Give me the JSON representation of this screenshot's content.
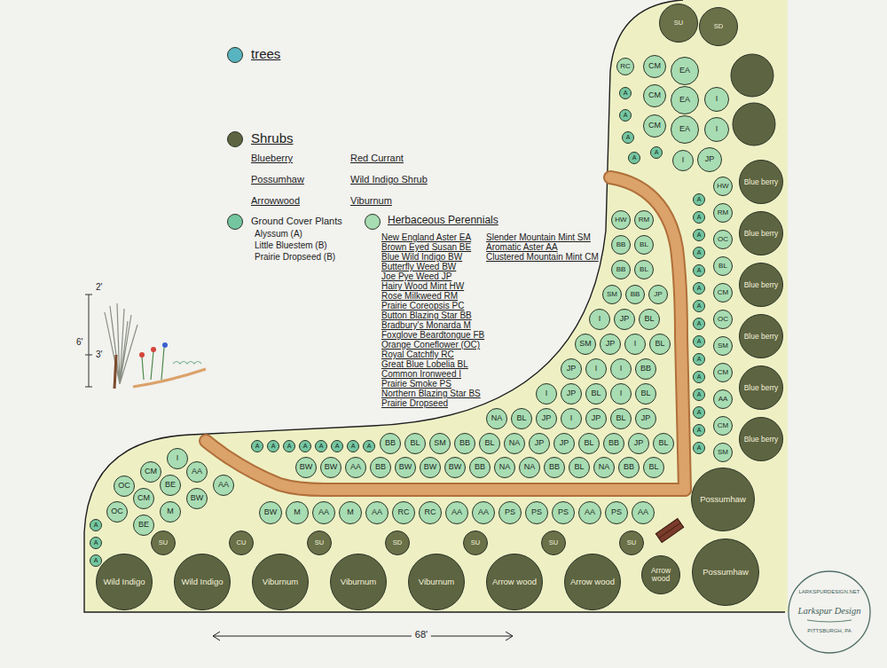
{
  "diagram": {
    "nodes": [
      {
        "text": [
          "SU"
        ]
      },
      {
        "text": [
          "SD"
        ]
      },
      {
        "text": [
          "RC"
        ]
      },
      {
        "text": [
          "CM"
        ]
      },
      {
        "text": [
          "EA"
        ]
      },
      {
        "text": [
          "A"
        ]
      },
      {
        "text": [
          "CM"
        ]
      },
      {
        "text": [
          "EA"
        ]
      },
      {
        "text": [
          "I"
        ]
      },
      {
        "text": [
          "A"
        ]
      },
      {
        "text": [
          "CM"
        ]
      },
      {
        "text": [
          "EA"
        ]
      },
      {
        "text": [
          "I"
        ]
      },
      {
        "text": [
          "A"
        ]
      },
      {
        "text": [
          "A"
        ]
      },
      {
        "text": [
          "A"
        ]
      },
      {
        "text": [
          "I"
        ]
      },
      {
        "text": [
          "JP"
        ]
      },
      {
        "text": [
          "HW"
        ]
      },
      {
        "text": [
          "RM"
        ]
      },
      {
        "text": [
          "BB"
        ]
      },
      {
        "text": [
          "BL"
        ]
      },
      {
        "text": [
          "BB"
        ]
      },
      {
        "text": [
          "BL"
        ]
      },
      {
        "text": [
          "SM"
        ]
      },
      {
        "text": [
          "BB"
        ]
      },
      {
        "text": [
          "JP"
        ]
      },
      {
        "text": [
          "I"
        ]
      },
      {
        "text": [
          "JP"
        ]
      },
      {
        "text": [
          "BL"
        ]
      },
      {
        "text": [
          "SM"
        ]
      },
      {
        "text": [
          "JP"
        ]
      },
      {
        "text": [
          "I"
        ]
      },
      {
        "text": [
          "BL"
        ]
      },
      {
        "text": [
          "JP"
        ]
      },
      {
        "text": [
          "I"
        ]
      },
      {
        "text": [
          "I"
        ]
      },
      {
        "text": [
          "BB"
        ]
      },
      {
        "text": [
          "I"
        ]
      },
      {
        "text": [
          "JP"
        ]
      },
      {
        "text": [
          "BL"
        ]
      },
      {
        "text": [
          "I"
        ]
      },
      {
        "text": [
          "BL"
        ]
      },
      {
        "text": [
          "NA"
        ]
      },
      {
        "text": [
          "BL"
        ]
      },
      {
        "text": [
          "JP"
        ]
      },
      {
        "text": [
          "I"
        ]
      },
      {
        "text": [
          "JP"
        ]
      },
      {
        "text": [
          "BL"
        ]
      },
      {
        "text": [
          "JP"
        ]
      },
      {
        "text": [
          "BB"
        ]
      },
      {
        "text": [
          "BL"
        ]
      },
      {
        "text": [
          "SM"
        ]
      },
      {
        "text": [
          "BB"
        ]
      },
      {
        "text": [
          "BL"
        ]
      },
      {
        "text": [
          "NA"
        ]
      },
      {
        "text": [
          "JP"
        ]
      },
      {
        "text": [
          "JP"
        ]
      },
      {
        "text": [
          "BL"
        ]
      },
      {
        "text": [
          "BB"
        ]
      },
      {
        "text": [
          "JP"
        ]
      },
      {
        "text": [
          "BL"
        ]
      },
      {
        "text": [
          "BW"
        ]
      },
      {
        "text": [
          "BW"
        ]
      },
      {
        "text": [
          "AA"
        ]
      },
      {
        "text": [
          "BB"
        ]
      },
      {
        "text": [
          "BW"
        ]
      },
      {
        "text": [
          "BW"
        ]
      },
      {
        "text": [
          "BW"
        ]
      },
      {
        "text": [
          "BB"
        ]
      },
      {
        "text": [
          "NA"
        ]
      },
      {
        "text": [
          "NA"
        ]
      },
      {
        "text": [
          "BB"
        ]
      },
      {
        "text": [
          "BL"
        ]
      },
      {
        "text": [
          "NA"
        ]
      },
      {
        "text": [
          "BB"
        ]
      },
      {
        "text": [
          "BL"
        ]
      },
      {
        "text": [
          "A"
        ]
      },
      {
        "text": [
          "A"
        ]
      },
      {
        "text": [
          "A"
        ]
      },
      {
        "text": [
          "A"
        ]
      },
      {
        "text": [
          "A"
        ]
      },
      {
        "text": [
          "A"
        ]
      },
      {
        "text": [
          "A"
        ]
      },
      {
        "text": [
          "A"
        ]
      },
      {
        "text": [
          "OC"
        ]
      },
      {
        "text": [
          "CM"
        ]
      },
      {
        "text": [
          "I"
        ]
      },
      {
        "text": [
          "OC"
        ]
      },
      {
        "text": [
          "CM"
        ]
      },
      {
        "text": [
          "BE"
        ]
      },
      {
        "text": [
          "AA"
        ]
      },
      {
        "text": [
          "BE"
        ]
      },
      {
        "text": [
          "M"
        ]
      },
      {
        "text": [
          "BW"
        ]
      },
      {
        "text": [
          "AA"
        ]
      },
      {
        "text": [
          "A"
        ]
      },
      {
        "text": [
          "A"
        ]
      },
      {
        "text": [
          "A"
        ]
      },
      {
        "text": [
          "A"
        ]
      },
      {
        "text": [
          "A"
        ]
      },
      {
        "text": [
          "A"
        ]
      },
      {
        "text": [
          "A"
        ]
      },
      {
        "text": [
          "A"
        ]
      },
      {
        "text": [
          "A"
        ]
      },
      {
        "text": [
          "A"
        ]
      },
      {
        "text": [
          "A"
        ]
      },
      {
        "text": [
          "A"
        ]
      },
      {
        "text": [
          "A"
        ]
      },
      {
        "text": [
          "A"
        ]
      },
      {
        "text": [
          "A"
        ]
      },
      {
        "text": [
          "A"
        ]
      },
      {
        "text": [
          "A"
        ]
      },
      {
        "text": [
          "A"
        ]
      },
      {
        "text": [
          "HW"
        ]
      },
      {
        "text": [
          "RM"
        ]
      },
      {
        "text": [
          "OC"
        ]
      },
      {
        "text": [
          "BL"
        ]
      },
      {
        "text": [
          "CM"
        ]
      },
      {
        "text": [
          "OC"
        ]
      },
      {
        "text": [
          "SM"
        ]
      },
      {
        "text": [
          "CM"
        ]
      },
      {
        "text": [
          "AA"
        ]
      },
      {
        "text": [
          "CM"
        ]
      },
      {
        "text": [
          "SM"
        ]
      },
      {
        "text": [
          "Blue berry"
        ]
      },
      {
        "text": [
          "Blue berry"
        ]
      },
      {
        "text": [
          "Blue berry"
        ]
      },
      {
        "text": [
          "Blue berry"
        ]
      },
      {
        "text": [
          "Blue berry"
        ]
      },
      {
        "text": [
          "Blue berry"
        ]
      },
      {
        "text": [
          "BW"
        ]
      },
      {
        "text": [
          "M"
        ]
      },
      {
        "text": [
          "AA"
        ]
      },
      {
        "text": [
          "M"
        ]
      },
      {
        "text": [
          "AA"
        ]
      },
      {
        "text": [
          "RC"
        ]
      },
      {
        "text": [
          "RC"
        ]
      },
      {
        "text": [
          "AA"
        ]
      },
      {
        "text": [
          "AA"
        ]
      },
      {
        "text": [
          "PS"
        ]
      },
      {
        "text": [
          "PS"
        ]
      },
      {
        "text": [
          "PS"
        ]
      },
      {
        "text": [
          "AA"
        ]
      },
      {
        "text": [
          "PS"
        ]
      },
      {
        "text": [
          "AA"
        ]
      },
      {
        "text": [
          "SU"
        ]
      },
      {
        "text": [
          "CU"
        ]
      },
      {
        "text": [
          "SU"
        ]
      },
      {
        "text": [
          "SD"
        ]
      },
      {
        "text": [
          "SU"
        ]
      },
      {
        "text": [
          "SU"
        ]
      },
      {
        "text": [
          "SU"
        ]
      },
      {
        "text": [
          "Wild Indigo"
        ]
      },
      {
        "text": [
          "Wild Indigo"
        ]
      },
      {
        "text": [
          "Viburnum"
        ]
      },
      {
        "text": [
          "Viburnum"
        ]
      },
      {
        "text": [
          "Viburnum"
        ]
      },
      {
        "text": [
          "Arrow wood"
        ]
      },
      {
        "text": [
          "Arrow wood"
        ]
      },
      {
        "text": [
          "Possumhaw"
        ]
      },
      {
        "text": [
          "Possumhaw"
        ]
      },
      {
        "text": [
          "Arrow wood"
        ]
      }
    ],
    "labels": [
      "Blueberry",
      "Possumhaw",
      "Arrowwood",
      "Red Currant",
      "Wild Indigo Shrub",
      "Viburnum",
      "Alyssum (A)",
      "Little Bluestem (B)",
      "Prairie Dropseed (B)",
      "New England Aster EA",
      "Brown Eyed Susan BE",
      "Blue Wild Indigo BW",
      "Butterfly Weed BW",
      "Joe Pye Weed JP",
      "Hairy Wood Mint HW",
      "Rose Milkweed RM",
      "Prairie Coreopsis PC",
      "Button Blazing Star BB",
      "Bradbury's Monarda M",
      "Foxglove Beardtongue FB",
      "Orange Coneflower (OC)",
      "Royal Catchfly RC",
      "Great Blue Lobelia BL",
      "Common Ironweed I",
      "Prairie Smoke PS",
      "Northern Blazing Star BS",
      "Prairie Dropseed",
      "Slender Mountain Mint SM",
      "Aromatic Aster AA",
      "Clustered Mountain Mint CM",
      "2'",
      "6'",
      "3'",
      "68'",
      "LARKSPURDESIGN.NET",
      "Larkspur Design",
      "PITTSBURGH, PA"
    ],
    "legend": [
      {
        "text": "trees",
        "color": "#57b4c0"
      },
      {
        "text": "Shrubs",
        "color": "#5d6441"
      },
      {
        "text": "Ground Cover Plants",
        "color": "#74c6a0"
      },
      {
        "text": "Herbaceous Perennials",
        "color": "#a8dcb2"
      }
    ]
  }
}
